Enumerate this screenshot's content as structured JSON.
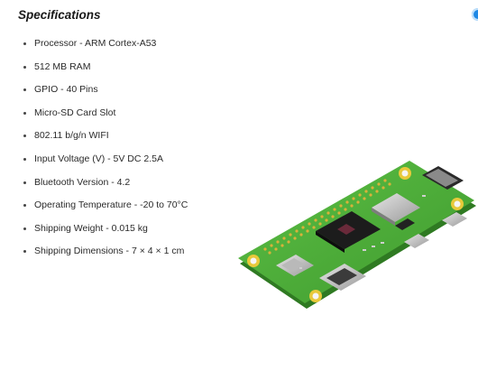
{
  "section": {
    "title": "Specifications"
  },
  "specs": [
    "Processor - ARM Cortex-A53",
    "512 MB RAM",
    "GPIO - 40 Pins",
    "Micro-SD Card Slot",
    "802.11 b/g/n WIFI",
    "Input Voltage (V) - 5V DC 2.5A",
    "Bluetooth Version - 4.2",
    "Operating Temperature - -20 to 70°C",
    "Shipping Weight - 0.015 kg",
    "Shipping Dimensions - 7 × 4 × 1 cm"
  ],
  "colors": {
    "board_green": "#4caf3a",
    "accent_dot": "#1e88e5"
  },
  "image": {
    "icon": "raspberry-pi-zero-board"
  }
}
